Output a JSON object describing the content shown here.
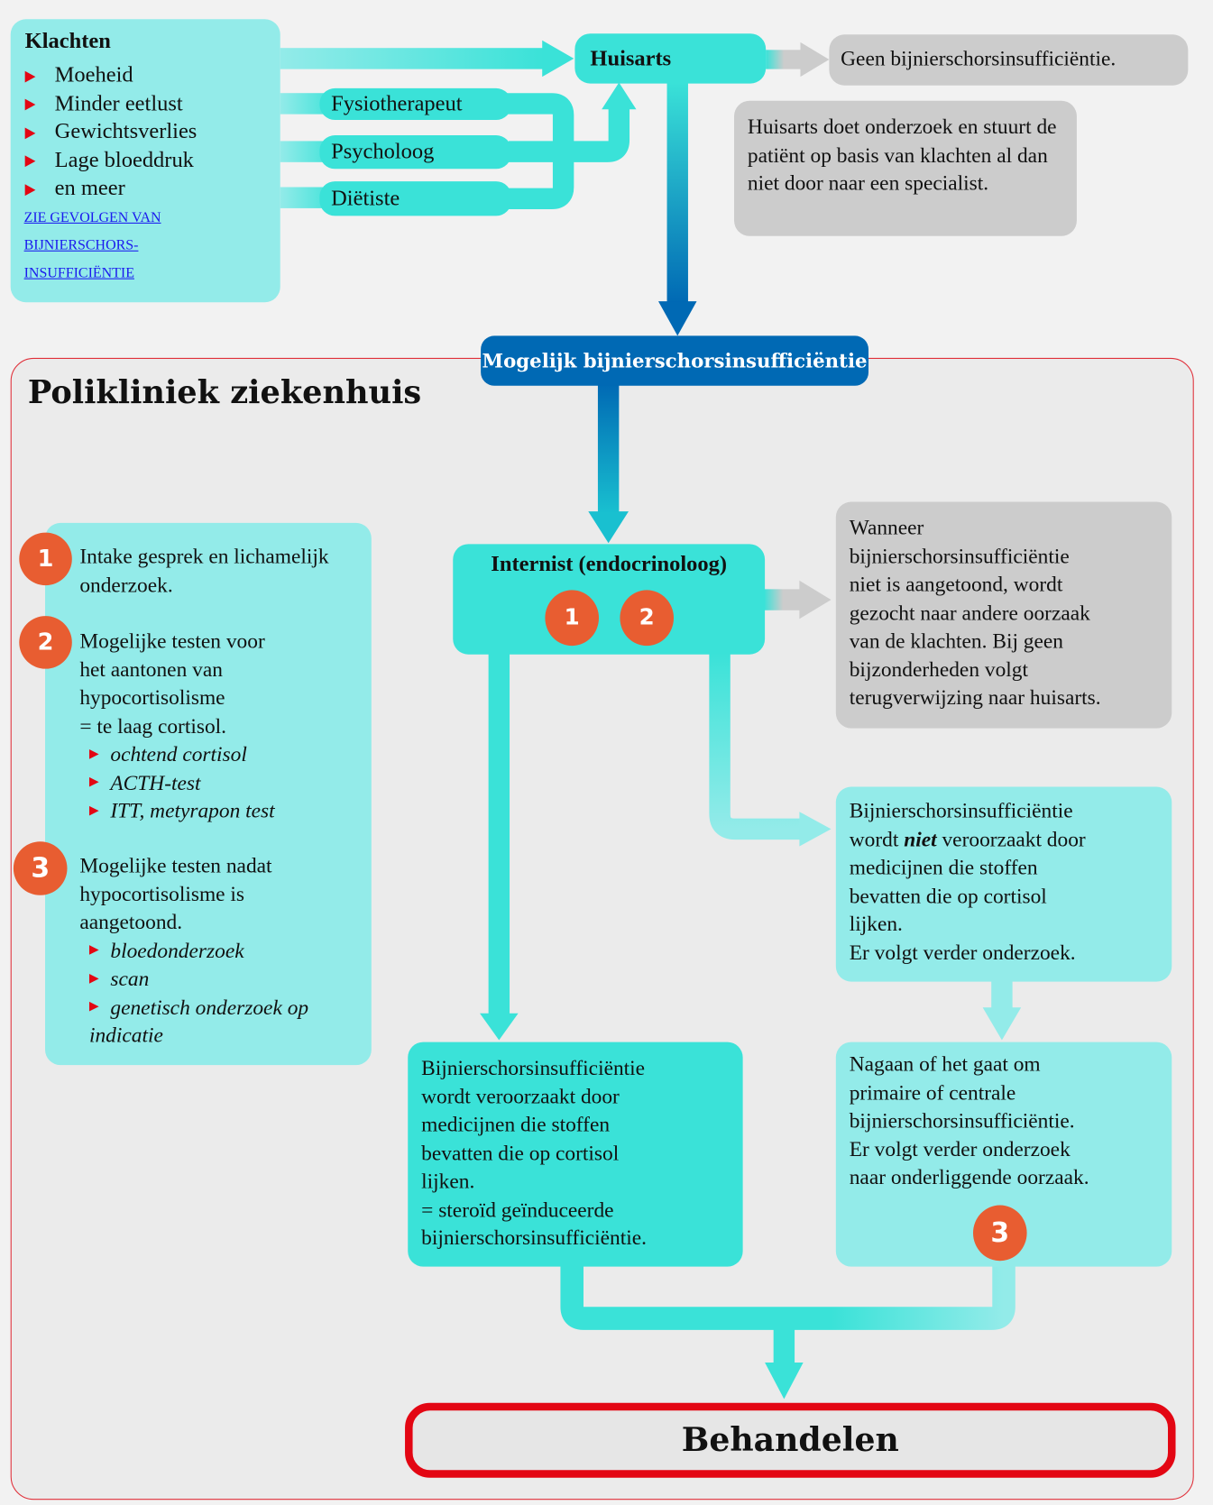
{
  "klachten": {
    "title": "Klachten",
    "items": [
      "Moeheid",
      "Minder eetlust",
      "Gewichtsverlies",
      "Lage bloeddruk",
      "en meer"
    ],
    "link_lines": [
      "ZIE GEVOLGEN VAN ",
      "BIJNIERSCHORS-",
      "INSUFFICIËNTIE"
    ]
  },
  "referrers": [
    "Fysiotherapeut",
    "Psycholoog",
    "Diëtiste"
  ],
  "huisarts": {
    "label": "Huisarts",
    "no_condition": "Geen bijnierschorsinsufficiëntie.",
    "note": "Huisarts doet onderzoek en stuurt de patiënt op basis van klachten al dan niet door naar een specialist."
  },
  "possible": {
    "label": "Mogelijk bijnierschorsinsufficiëntie"
  },
  "polikliniek": {
    "title": "Polikliniek ziekenhuis"
  },
  "steps": {
    "step1": {
      "number": "1",
      "text": "Intake gesprek en lichamelijk onderzoek."
    },
    "step2": {
      "number": "2",
      "text_lines": [
        "Mogelijke testen voor",
        "het aantonen van",
        "hypocortisolisme",
        "= te laag cortisol."
      ],
      "tests": [
        "ochtend cortisol",
        "ACTH-test",
        "ITT, metyrapon test"
      ]
    },
    "step3": {
      "number": "3",
      "text_lines": [
        "Mogelijke testen nadat",
        "hypocortisolisme is",
        "aangetoond."
      ],
      "tests": [
        "bloedonderzoek",
        "scan",
        "genetisch onderzoek op indicatie"
      ]
    }
  },
  "internist": {
    "label": "Internist (endocrinoloog)",
    "badges": [
      "1",
      "2"
    ]
  },
  "not_shown": {
    "text_lines": [
      "Wanneer",
      "bijnierschorsinsufficiëntie",
      "niet is aangetoond, wordt",
      "gezocht naar andere oorzaak",
      "van de klachten. Bij geen",
      "bijzonderheden volgt",
      "terugverwijzing naar huisarts."
    ]
  },
  "not_medicine": {
    "line1": "Bijnierschorsinsufficiëntie",
    "line2_pre": "wordt ",
    "line2_em": "niet",
    "line2_post": " veroorzaakt door",
    "rest_lines": [
      "medicijnen die stoffen",
      "bevatten die op cortisol",
      "lijken.",
      "Er volgt verder onderzoek."
    ]
  },
  "medicine": {
    "text_lines": [
      "Bijnierschorsinsufficiëntie",
      "wordt veroorzaakt door",
      "medicijnen die stoffen",
      "bevatten die op cortisol",
      "lijken.",
      "= steroïd geïnduceerde",
      "bijnierschorsinsufficiëntie."
    ]
  },
  "primary_central": {
    "text_lines": [
      "Nagaan of het gaat om",
      "primaire of centrale",
      "bijnierschorsinsufficiëntie.",
      "Er volgt verder onderzoek",
      "naar onderliggende oorzaak."
    ],
    "badge": "3"
  },
  "treat": {
    "label": "Behandelen"
  },
  "colors": {
    "light_cyan": "#93ebe9",
    "cyan": "#3ae2d8",
    "blue": "#0069b4",
    "grey": "#cccccc",
    "badge_orange": "#e85d31",
    "accent_red": "#e30613"
  }
}
